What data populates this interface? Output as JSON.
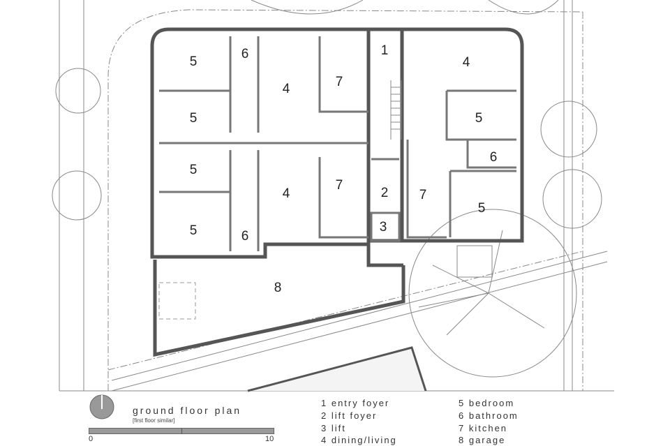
{
  "plan": {
    "title": "ground floor plan",
    "subtitle": "[first floor similar]",
    "scale_start": "0",
    "scale_end": "10"
  },
  "rooms": [
    "5",
    "6",
    "4",
    "7",
    "1",
    "4",
    "5",
    "5",
    "6",
    "5",
    "4",
    "7",
    "2",
    "7",
    "5",
    "5",
    "6",
    "3",
    "8"
  ],
  "legend": [
    "1 entry foyer",
    "2 lift foyer",
    "3 lift",
    "4 dining/living",
    "5 bedroom",
    "6 bathroom",
    "7 kitchen",
    "8 garage"
  ]
}
